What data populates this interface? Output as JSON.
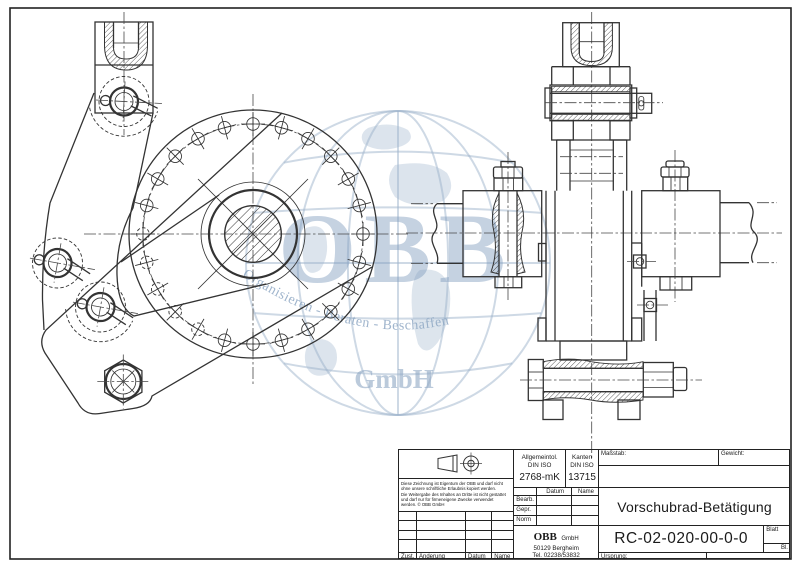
{
  "title_block": {
    "general_tolerance": {
      "label": "Allgemeintol.",
      "standard": "DIN ISO",
      "value": "2768-mK"
    },
    "edges": {
      "label": "Kanten",
      "standard": "DIN ISO",
      "value": "13715"
    },
    "scale_label": "Maßstab:",
    "weight_label": "Gewicht:",
    "drawing_title": "Vorschubrad-Betätigung",
    "drawing_number": "RC-02-020-00-0-0",
    "sheet_label": "Blatt",
    "sheet_abbr": "Bl.",
    "origin_label": "Ursprung:",
    "company": {
      "name": "OBB",
      "suffix": "GmbH",
      "address": "50129 Bergheim",
      "phone": "Tel. 02238/53832"
    },
    "approval_table": {
      "date_header": "Datum",
      "name_header": "Name",
      "rows": [
        "Bearb.",
        "Gepr.",
        "Norm"
      ]
    },
    "revision_table": {
      "headers": [
        "Zust.",
        "Änderung",
        "Datum",
        "Name"
      ]
    },
    "copyright_note": {
      "lines": [
        "Diese Zeichnung ist Eigentum der OBB und darf nicht",
        "ohne unsere schriftliche Erlaubnis kopiert werden.",
        "Die Weitergabe des Inhaltes an Dritte ist nicht gestattet",
        "und darf nur für firmeneigene Zwecke verwendet",
        "werden. © OBB GmbH"
      ]
    }
  },
  "watermark": {
    "company": "OBB",
    "tagline": "Organisieren - Beraten - Beschaffen",
    "suffix": "GmbH"
  }
}
